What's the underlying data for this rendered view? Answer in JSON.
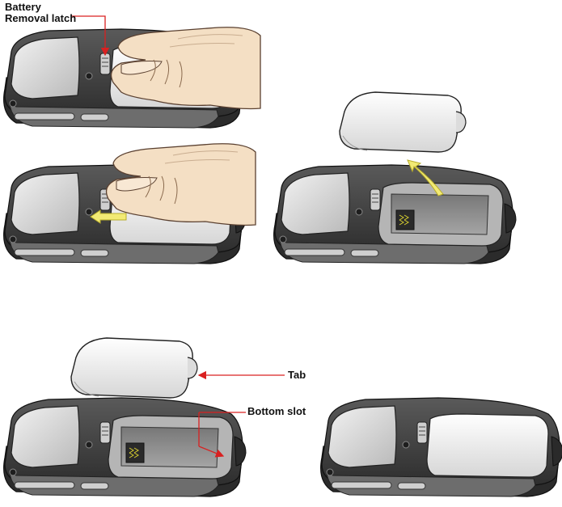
{
  "labels": {
    "battery": "Battery",
    "removal_latch": "Removal latch",
    "tab": "Tab",
    "bottom_slot": "Bottom slot"
  },
  "colors": {
    "callout_line": "#d92020",
    "arrow": "#f2ea74",
    "arrow_outline": "#b8ad2a",
    "device_body": "#3e3e3e",
    "device_band": "#8a8a8a",
    "battery_cover": "#eeeeee",
    "compartment": "#8f8f8f",
    "skin": "#f4dfc4",
    "skin_line": "#8a6a4e"
  }
}
